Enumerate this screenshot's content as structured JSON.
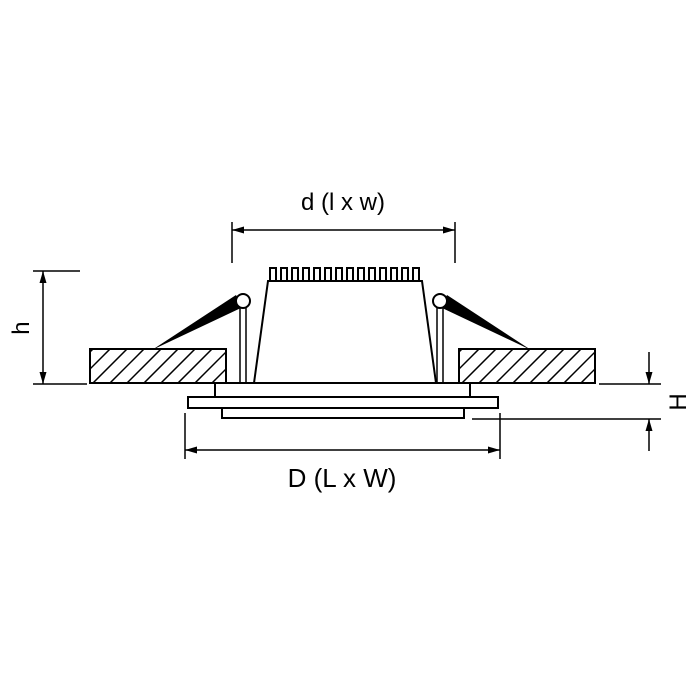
{
  "diagram": {
    "background_color": "#ffffff",
    "line_color": "#000000",
    "dimensions": {
      "top_label": "d (l x w)",
      "left_label": "h",
      "right_label": "H",
      "bottom_label": "D (L x W)"
    }
  }
}
